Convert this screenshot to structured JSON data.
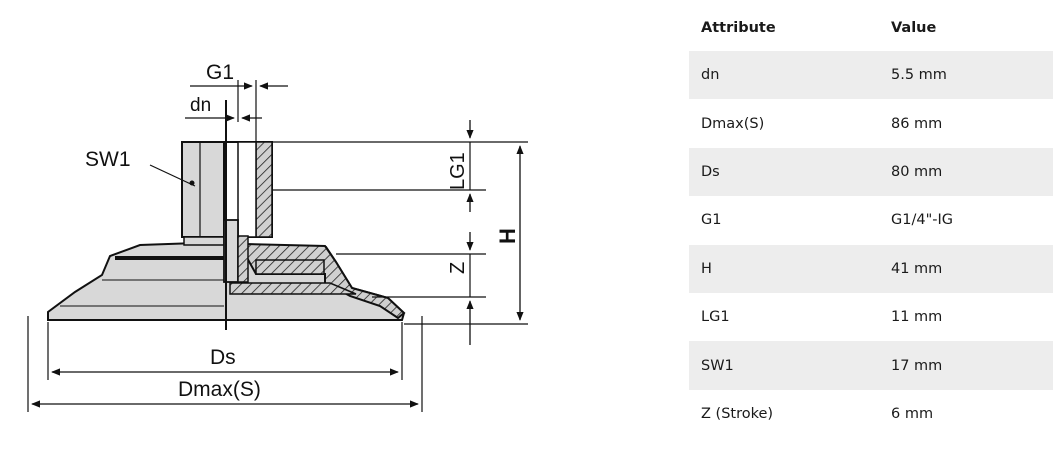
{
  "drawing": {
    "labels": {
      "g1": "G1",
      "dn": "dn",
      "sw1": "SW1",
      "lg1": "LG1",
      "h": "H",
      "z": "Z",
      "ds": "Ds",
      "dmax": "Dmax(S)"
    }
  },
  "table": {
    "headers": {
      "attribute": "Attribute",
      "value": "Value"
    },
    "rows": [
      {
        "attribute": "dn",
        "value": "5.5 mm"
      },
      {
        "attribute": "Dmax(S)",
        "value": "86 mm"
      },
      {
        "attribute": "Ds",
        "value": "80 mm"
      },
      {
        "attribute": "G1",
        "value": "G1/4\"-IG"
      },
      {
        "attribute": "H",
        "value": "41 mm"
      },
      {
        "attribute": "LG1",
        "value": "11 mm"
      },
      {
        "attribute": "SW1",
        "value": "17 mm"
      },
      {
        "attribute": "Z (Stroke)",
        "value": "6 mm"
      }
    ]
  },
  "colors": {
    "table_stripe": "#ededed",
    "drawing_fill": "#d8d8d8",
    "line": "#111111"
  }
}
